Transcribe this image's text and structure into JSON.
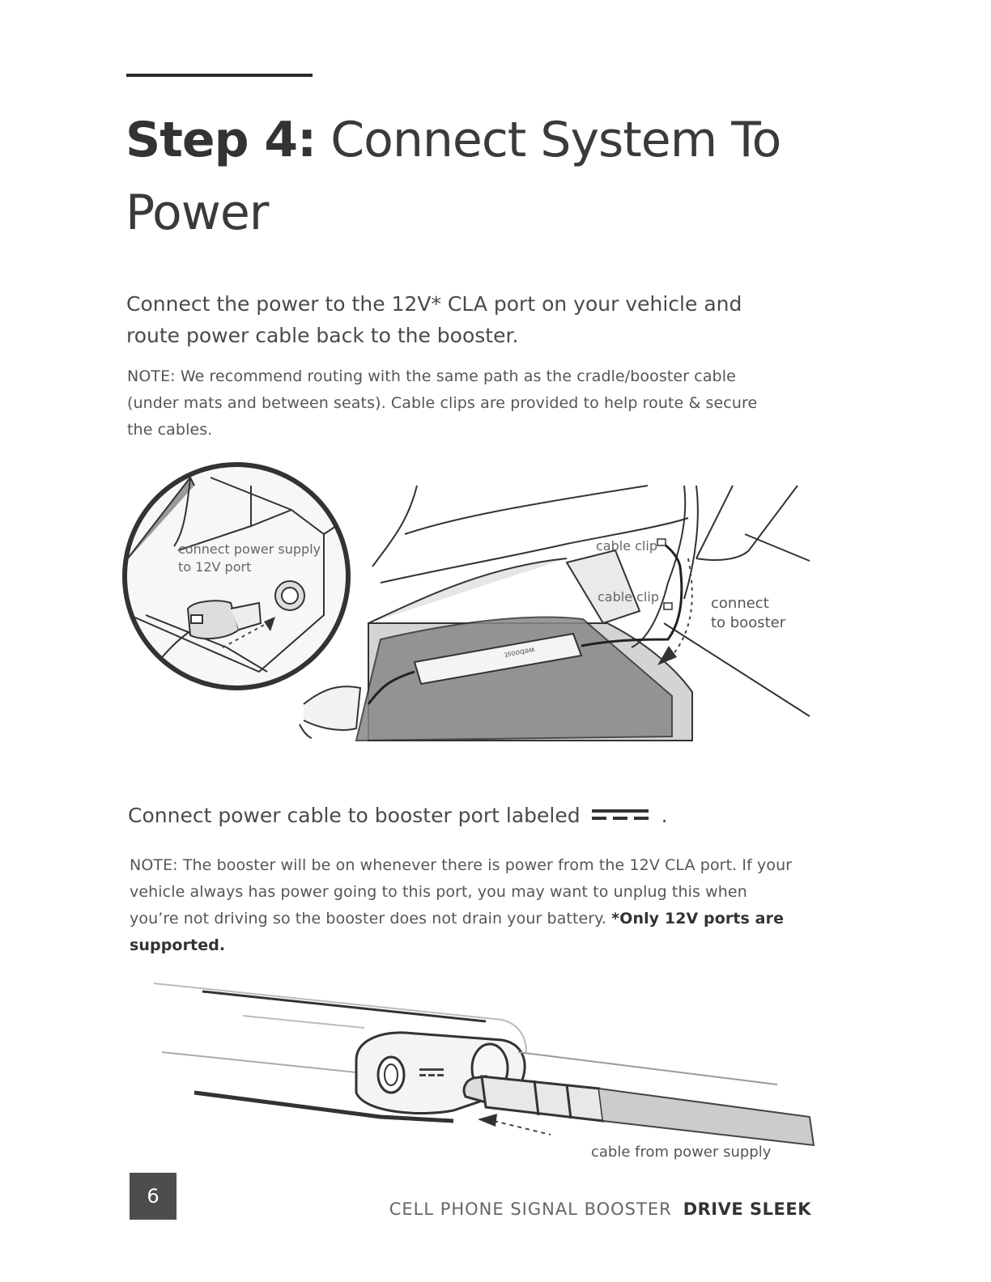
{
  "heading": {
    "step": "Step 4:",
    "text": "Connect System To Power"
  },
  "intro": "Connect the power to the 12V* CLA port on your vehicle and route power cable back to the booster.",
  "note1": "NOTE: We recommend routing with the same path as the cradle/booster cable (under mats and between seats). Cable clips are provided to help route & secure the cables.",
  "illustration1": {
    "inset_label_line1": "connect power supply",
    "inset_label_line2": "to 12V port",
    "cable_clip_top": "cable clip",
    "cable_clip_bottom": "cable clip",
    "connect_line1": "connect",
    "connect_line2": "to booster"
  },
  "connect_port_text": "Connect power cable to booster port labeled",
  "connect_port_suffix": ".",
  "note2": "NOTE: The booster will be on whenever there is power from the 12V CLA port. If your vehicle always has power going to this port, you may want to unplug this when you’re not driving so the booster does not drain your battery.",
  "note2_bold": "*Only 12V ports are supported.",
  "illustration2": {
    "cable_label": "cable from power supply"
  },
  "footer": {
    "page_number": "6",
    "product": "CELL PHONE SIGNAL BOOSTER",
    "model": "DRIVE SLEEK"
  }
}
